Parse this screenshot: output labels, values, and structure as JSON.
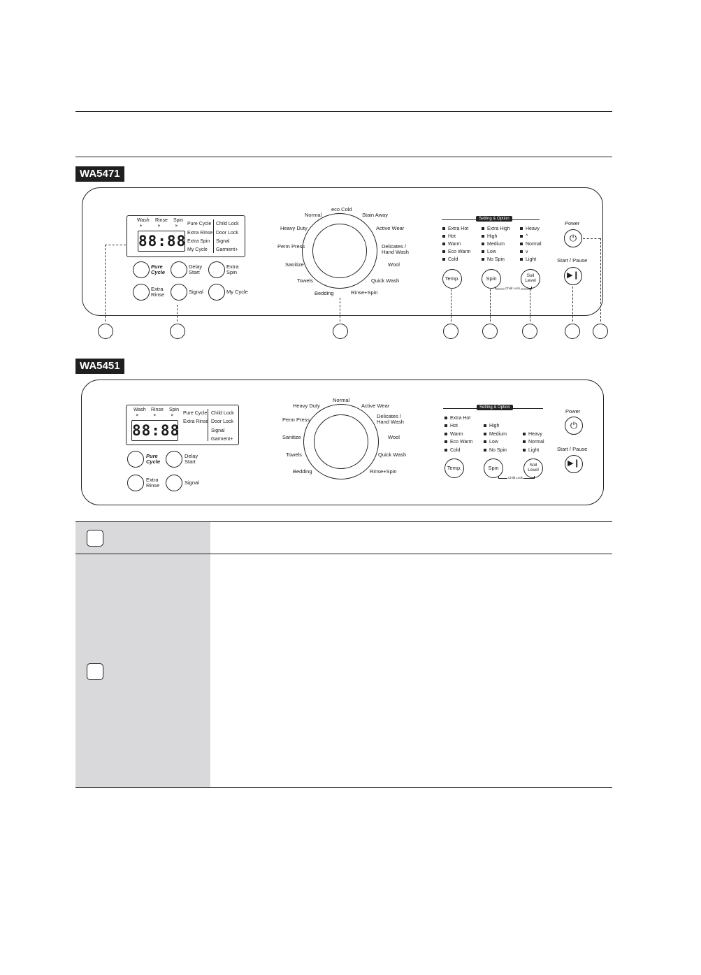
{
  "models": [
    {
      "id": "WA5471",
      "label": "WA5471",
      "display": {
        "indicators": [
          "Wash",
          "Rinse",
          "Spin"
        ],
        "digits": "88:88",
        "status_col1": [
          "Pure Cycle",
          "Extra Rinse",
          "Extra Spin",
          "My Cycle"
        ],
        "status_col2": [
          "Child Lock",
          "Door Lock",
          "Signal",
          "Garment+"
        ]
      },
      "buttons": [
        {
          "name": "pure-cycle-button",
          "lines": [
            "Pure",
            "Cycle"
          ]
        },
        {
          "name": "delay-start-button",
          "lines": [
            "Delay",
            "Start"
          ]
        },
        {
          "name": "extra-spin-button",
          "lines": [
            "Extra",
            "Spin"
          ]
        },
        {
          "name": "extra-rinse-button",
          "lines": [
            "Extra",
            "Rinse"
          ]
        },
        {
          "name": "signal-button",
          "lines": [
            "Signal"
          ]
        },
        {
          "name": "my-cycle-button",
          "lines": [
            "My Cycle"
          ]
        }
      ],
      "dial_cycles": [
        "eco Cold",
        "Stain Away",
        "Active Wear",
        "Delicates / Hand Wash",
        "Wool",
        "Quick Wash",
        "Rinse+Spin",
        "Bedding",
        "Towels",
        "Sanitize",
        "Perm Press",
        "Heavy Duty",
        "Normal"
      ],
      "settings_title": "Setting & Option",
      "temp_options": [
        "Extra Hot",
        "Hot",
        "Warm",
        "Eco Warm",
        "Cold"
      ],
      "spin_options": [
        "Extra High",
        "High",
        "Medium",
        "Low",
        "No Spin"
      ],
      "soil_options": [
        "Heavy",
        "^",
        "Normal",
        "v",
        "Light"
      ],
      "setting_buttons": [
        "Temp.",
        "Spin",
        "Soil Level"
      ],
      "child_lock_label": "Child Lock",
      "power_label": "Power",
      "start_label": "Start / Pause"
    },
    {
      "id": "WA5451",
      "label": "WA5451",
      "display": {
        "indicators": [
          "Wash",
          "Rinse",
          "Spin"
        ],
        "digits": "88:88",
        "status_col1": [
          "Pure Cycle",
          "Extra Rinse"
        ],
        "status_col2": [
          "Child Lock",
          "Door Lock",
          "Signal",
          "Garment+"
        ]
      },
      "buttons": [
        {
          "name": "pure-cycle-button",
          "lines": [
            "Pure",
            "Cycle"
          ]
        },
        {
          "name": "delay-start-button",
          "lines": [
            "Delay",
            "Start"
          ]
        },
        {
          "name": "extra-rinse-button",
          "lines": [
            "Extra",
            "Rinse"
          ]
        },
        {
          "name": "signal-button",
          "lines": [
            "Signal"
          ]
        }
      ],
      "dial_cycles": [
        "Normal",
        "Active Wear",
        "Delicates / Hand Wash",
        "Wool",
        "Quick Wash",
        "Rinse+Spin",
        "Bedding",
        "Towels",
        "Sanitize",
        "Perm Press",
        "Heavy Duty"
      ],
      "settings_title": "Setting & Option",
      "temp_options": [
        "Extra Hot",
        "Hot",
        "Warm",
        "Eco Warm",
        "Cold"
      ],
      "spin_options": [
        "High",
        "Medium",
        "Low",
        "No Spin"
      ],
      "soil_options": [
        "Heavy",
        "Normal",
        "Light"
      ],
      "setting_buttons": [
        "Temp.",
        "Spin",
        "Soil Level"
      ],
      "child_lock_label": "Child Lock",
      "power_label": "Power",
      "start_label": "Start / Pause"
    }
  ]
}
